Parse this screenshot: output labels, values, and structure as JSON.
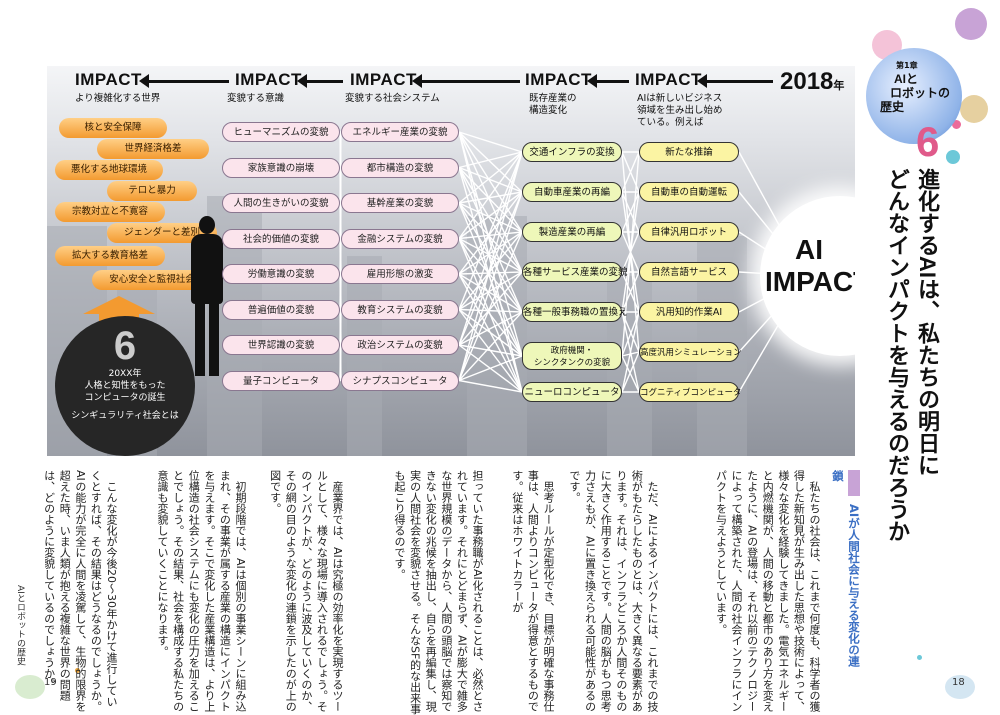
{
  "chapter": {
    "label": "第1章",
    "title_line1": "AIと",
    "title_line2": "ロボットの",
    "title_line3": "歴史",
    "section_number": "6"
  },
  "headline": {
    "line1": "進化するAIは、私たちの明日に",
    "line2": "どんなインパクトを与えるのだろうか"
  },
  "infographic": {
    "year": "2018",
    "year_suffix": "年",
    "impact_label": "IMPACT",
    "headers": [
      {
        "title": "IMPACT",
        "sub": "より複雑化する世界"
      },
      {
        "title": "IMPACT",
        "sub": "変貌する意識"
      },
      {
        "title": "IMPACT",
        "sub": "変貌する社会システム"
      },
      {
        "title": "IMPACT",
        "sub": "既存産業の\n構造変化"
      },
      {
        "title": "IMPACT",
        "sub": "AIは新しいビジネス\n領域を生み出し始め\nている。例えば"
      }
    ],
    "world_issues": [
      "核と安全保障",
      "世界経済格差",
      "悪化する地球環境",
      "テロと暴力",
      "宗教対立と不寛容",
      "ジェンダーと差別",
      "拡大する教育格差",
      "安心安全と監視社会"
    ],
    "consciousness": [
      "ヒューマニズムの変貌",
      "家族意識の崩壊",
      "人間の生きがいの変貌",
      "社会的価値の変貌",
      "労働意識の変貌",
      "普遍価値の変貌",
      "世界認識の変貌",
      "量子コンピュータ"
    ],
    "social_systems": [
      "エネルギー産業の変貌",
      "都市構造の変貌",
      "基幹産業の変貌",
      "金融システムの変貌",
      "雇用形態の激変",
      "教育システムの変貌",
      "政治システムの変貌",
      "シナプスコンピュータ"
    ],
    "industries": [
      "交通インフラの変換",
      "自動車産業の再編",
      "製造産業の再編",
      "各種サービス産業の変貌",
      "各種一般事務職の置換え",
      "政府機関・\nシンクタンクの変貌",
      "ニューロコンピュータ"
    ],
    "ai_business": [
      "新たな推論",
      "自動車の自動運転",
      "自律汎用ロボット",
      "自然言語サービス",
      "汎用知的作業AI",
      "高度汎用シミュレーション",
      "コグニティブコンピュータ"
    ],
    "ai_center_line1": "AI",
    "ai_center_line2": "IMPACT",
    "singularity": {
      "number": "6",
      "line1": "20XX年",
      "line2": "人格と知性をもった",
      "line3": "コンピュータの誕生",
      "line4": "シンギュラリティ社会とは"
    }
  },
  "section_heading": "AIが人間社会に与える変化の連鎖",
  "body_columns": [
    "　私たちの社会は、これまで何度も、科学者の獲得した新知見が生み出した思想や技術によって、様々な変化を経験してきました。電気エネルギーと内燃機関が、人間の移動と都市のあり方を変えたように、AIの登場は、それ以前のテクノロジーによって構築された、人間の社会インフラにインパクトを与えようとしています。",
    "　ただ、AIによるインパクトには、これまでの技術がもたらしたものとは、大きく異なる要素があります。それは、インフラどころか人間そのものに大きく作用することです。人間の脳がもつ思考力さえもが、AIに置き換えられる可能性があるのです。",
    "　思考ルールが定型化でき、目標が明確な事務仕事は、人間よりコンピュータが得意とするものです。従来はホワイトカラーが",
    "担っていた事務職がAI化されることは、必然とされています。それにとどまらず、AIが膨大で雑多な世界規模のデータから、人間の頭脳では察知できない変化の兆候を抽出し、自らを再編集し、現実の人間社会を変貌させる。そんなSF的な出来事も起こり得るのです。",
    "　産業界では、AIは究極の効率化を実現するツールとして、様々な現場に導入されるでしょう。そのインパクトが、どのように波及していくのか、その網の目のような変化の連鎖を示したのが上の図です。",
    "　初期段階では、AIは個別の事業シーンに組み込まれ、その事業が属する産業の構造にインパクトを与えます。そこで変化した産業構造は、より上位構造の社会システムにも変化の圧力を加えることでしょう。その結果、社会を構成する私たちの意識も変貌していくことになります。",
    "　こんな変化が今後20〜30年かけて進行していくとすれば、その結果はどうなるのでしょうか。AIの能力が完全に人間を凌駕して、生物的限界を超えた時、いま人類が抱える複雑な世界の問題は、どのように変貌しているのでしょうか。"
  ],
  "footer": {
    "left_page": "19",
    "right_page": "18",
    "running_title": "AIとロボットの歴史"
  },
  "colors": {
    "pink_node": "#fbe4ec",
    "green_node": "#eef7b9",
    "yellow_node": "#fbf4a3",
    "orange_node": "#f39a30",
    "accent_pink": "#e05a8a",
    "accent_blue": "#3b6fc4"
  }
}
